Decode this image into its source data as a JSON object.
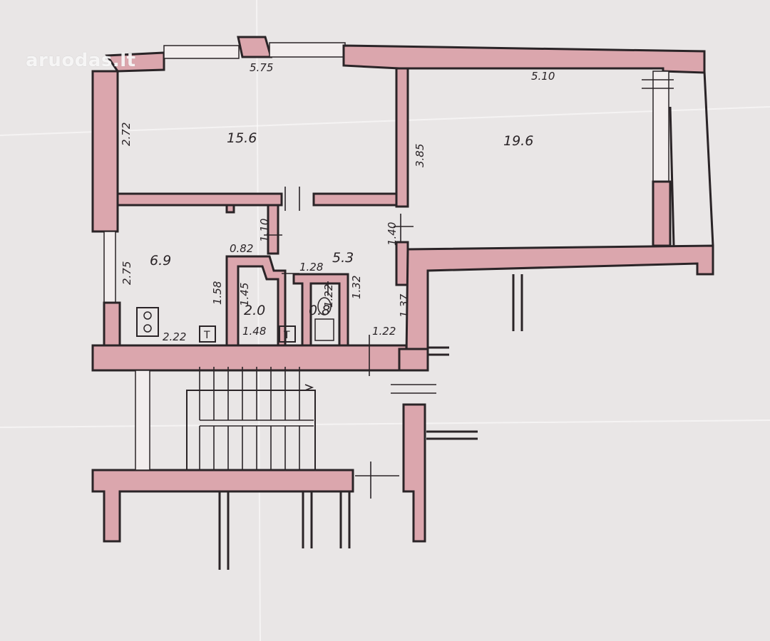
{
  "watermark": "aruodas.lt",
  "rooms": [
    {
      "id": "room-15-6",
      "area": "15.6"
    },
    {
      "id": "room-19-6",
      "area": "19.6"
    },
    {
      "id": "kitchen",
      "area": "6.9"
    },
    {
      "id": "hall",
      "area": "5.3"
    },
    {
      "id": "bathroom",
      "area": "2.0"
    },
    {
      "id": "wc",
      "area": "0.8"
    }
  ],
  "dimensions": [
    "5.75",
    "5.10",
    "2.72",
    "3.85",
    "1.10",
    "1.40",
    "2.75",
    "0.82",
    "1.58",
    "1.45",
    "1.48",
    "1.28",
    "1.22",
    "1.32",
    "1.37",
    "1.22",
    "2.22"
  ],
  "fixtures": {
    "kitchen_t": "T",
    "bath_t": "T"
  }
}
